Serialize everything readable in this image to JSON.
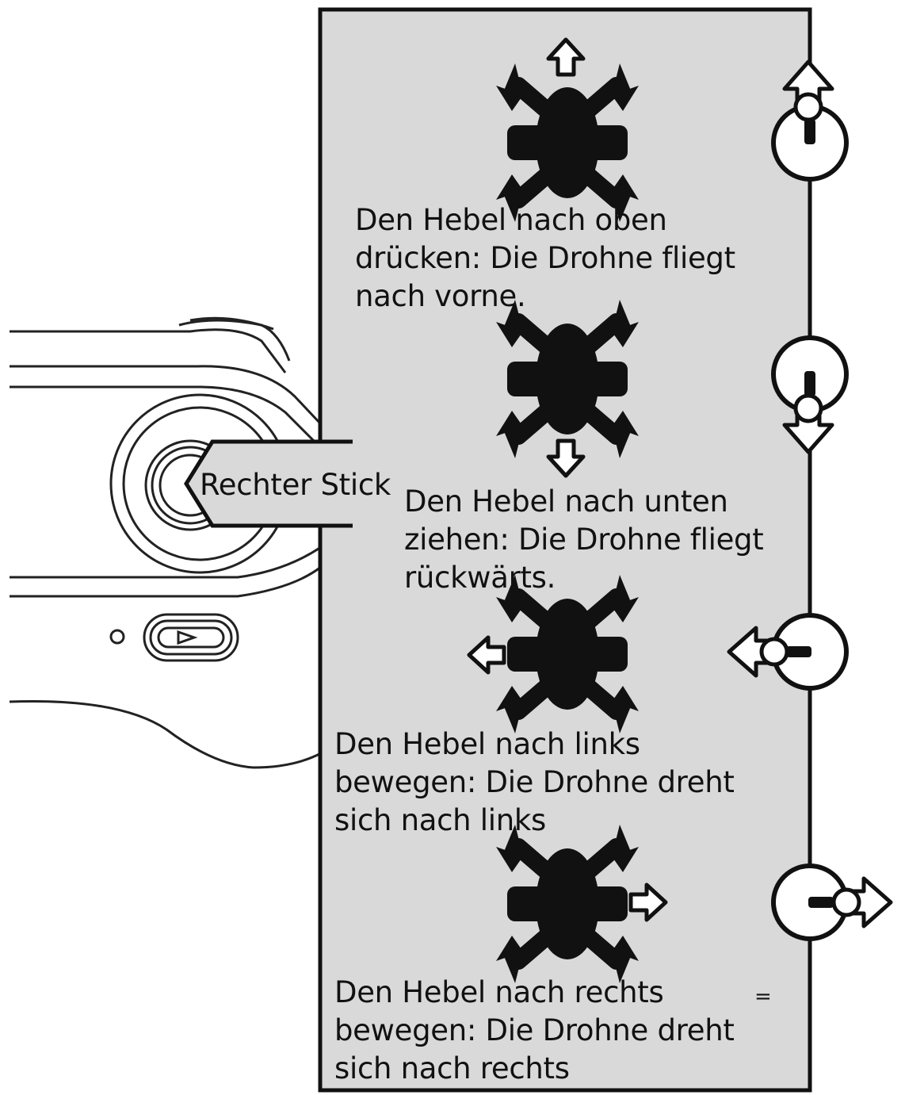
{
  "callout": {
    "label": "Rechter Stick"
  },
  "steps": [
    {
      "id": "up",
      "lines": [
        "Den Hebel nach oben",
        "drücken: Die Drohne fliegt",
        "nach vorne."
      ]
    },
    {
      "id": "down",
      "lines": [
        "Den Hebel nach unten",
        "ziehen: Die Drohne fliegt",
        "rückwärts."
      ]
    },
    {
      "id": "left",
      "lines": [
        "Den Hebel nach links",
        "bewegen: Die Drohne dreht",
        "sich nach links"
      ]
    },
    {
      "id": "right",
      "lines": [
        "Den Hebel nach rechts",
        "bewegen: Die Drohne dreht",
        "sich nach rechts"
      ]
    }
  ],
  "stray_mark": "=",
  "icons": [
    "drone-top-view-icon",
    "arrow-icon",
    "joystick-icon",
    "controller-illustration"
  ],
  "colors": {
    "panel": "#d9d9d9",
    "ink": "#111111",
    "paper": "#ffffff"
  }
}
